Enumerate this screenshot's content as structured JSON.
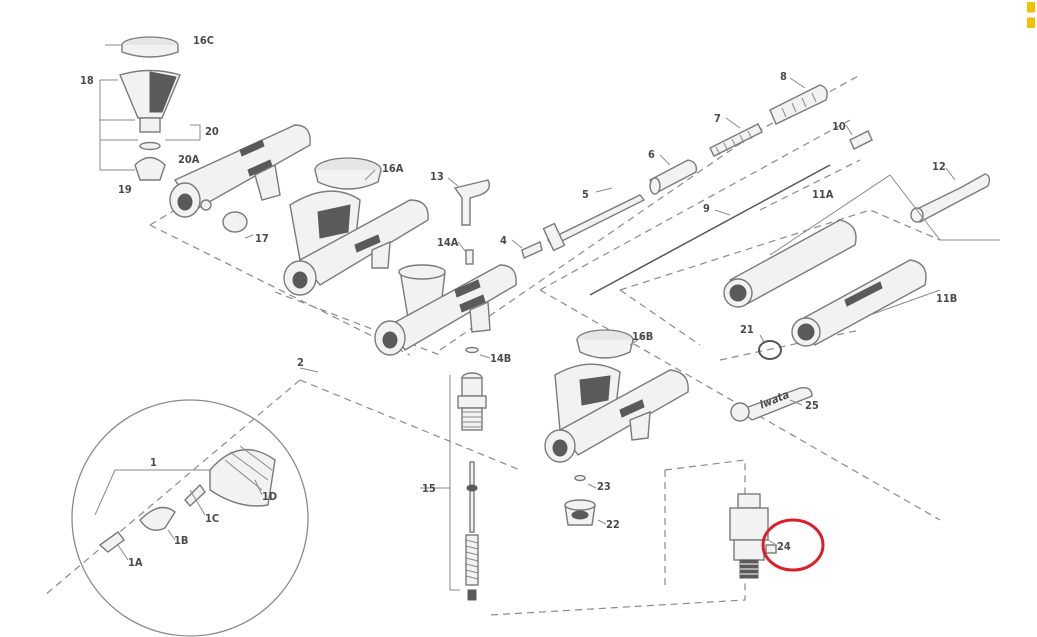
{
  "diagram": {
    "callouts": {
      "c1": "1",
      "c1A": "1A",
      "c1B": "1B",
      "c1C": "1C",
      "c1D": "1D",
      "c2": "2",
      "c4": "4",
      "c5": "5",
      "c6": "6",
      "c7": "7",
      "c8": "8",
      "c9": "9",
      "c10": "10",
      "c11A": "11A",
      "c11B": "11B",
      "c12": "12",
      "c13": "13",
      "c14A": "14A",
      "c14B": "14B",
      "c15": "15",
      "c16A": "16A",
      "c16B": "16B",
      "c16C": "16C",
      "c17": "17",
      "c18": "18",
      "c19": "19",
      "c20": "20",
      "c20A": "20A",
      "c21": "21",
      "c22": "22",
      "c23": "23",
      "c24": "24",
      "c25": "25"
    },
    "wrench_brand": "iwata",
    "highlight_color": "#d9202a",
    "corner_mark_color": "#f2c200"
  }
}
